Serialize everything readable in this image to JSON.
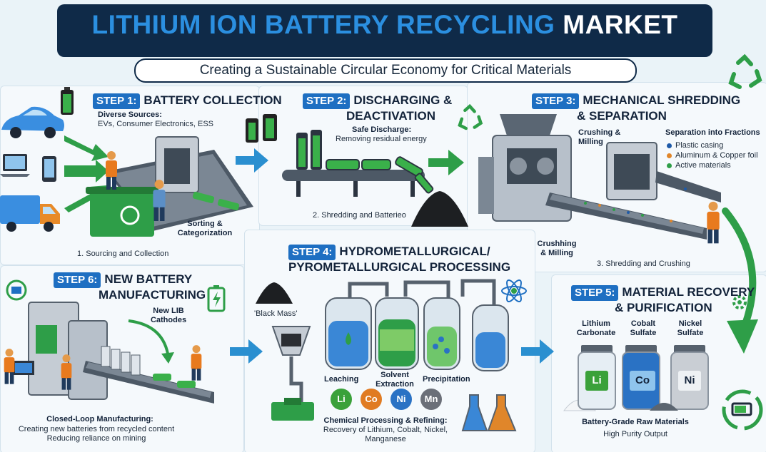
{
  "title": {
    "main": "LITHIUM ION BATTERY RECYCLING",
    "highlight": "MARKET"
  },
  "subtitle": "Creating a Sustainable Circular Economy for Critical Materials",
  "step1": {
    "tag": "STEP 1:",
    "name": "BATTERY COLLECTION",
    "sources_label": "Diverse Sources:",
    "sources_text": "EVs, Consumer Electronics, ESS",
    "sorting": [
      "Sorting &",
      "Categorization"
    ],
    "caption": "1. Sourcing and Collection"
  },
  "step2": {
    "tag": "STEP 2:",
    "name": [
      "DISCHARGING &",
      "DEACTIVATION"
    ],
    "discharge_label": "Safe Discharge:",
    "discharge_text": "Removing residual energy",
    "caption": "2. Shredding and Batterieo"
  },
  "step3": {
    "tag": "STEP 3:",
    "name": [
      "MECHANICAL SHREDDING",
      "& SEPARATION"
    ],
    "crushing": [
      "Crushing &",
      "Milling"
    ],
    "fractions_title": "Separation into Fractions",
    "fractions": [
      {
        "label": "Plastic casing",
        "color": "#1e5aa8"
      },
      {
        "label": "Aluminum & Copper foil",
        "color": "#e0862a"
      },
      {
        "label": "Active materials",
        "color": "#2e9e48"
      }
    ],
    "crushing2": [
      "Crushhing",
      "& Milling"
    ],
    "caption": "3. Shredding and Crushing"
  },
  "step4": {
    "tag": "STEP 4:",
    "name": [
      "HYDROMETALLURGICAL/",
      "PYROMETALLURGICAL PROCESSING"
    ],
    "black_mass": "'Black Mass'",
    "stages": {
      "leaching": "Leaching",
      "solvent": [
        "Solvent",
        "Extraction"
      ],
      "precipitation": "Precipitation"
    },
    "elements": [
      {
        "symbol": "Li",
        "color": "#3aa13a"
      },
      {
        "symbol": "Co",
        "color": "#e07b22"
      },
      {
        "symbol": "Ni",
        "color": "#2a72c4"
      },
      {
        "symbol": "Mn",
        "color": "#6b6f78"
      }
    ],
    "refining_label": "Chemical Processing & Refining:",
    "refining_text": [
      "Recovery of Lithium, Cobalt, Nickel,",
      "Manganese"
    ]
  },
  "step5": {
    "tag": "STEP 5:",
    "name": [
      "MATERIAL RECOVERY",
      "& PURIFICATION"
    ],
    "jars": [
      {
        "label": [
          "Lithium",
          "Carbonate"
        ],
        "symbol": "Li",
        "color": "#3aa13a"
      },
      {
        "label": [
          "Cobalt",
          "Sulfate"
        ],
        "symbol": "Co",
        "color": "#2a72c4"
      },
      {
        "label": [
          "Nickel",
          "Sulfate"
        ],
        "symbol": "Ni",
        "color": "#8b929c"
      }
    ],
    "raw_label": "Battery-Grade Raw Materials",
    "raw_text": "High Purity Output"
  },
  "step6": {
    "tag": "STEP 6:",
    "name": [
      "NEW BATTERY",
      "MANUFACTURING"
    ],
    "cathodes": [
      "New LIB",
      "Cathodes"
    ],
    "closed_label": "Closed-Loop Manufacturing:",
    "closed_text": [
      "Creating new batteries from recycled content",
      "Reducing reliance on mining"
    ]
  },
  "colors": {
    "accent": "#1e6fc2",
    "navy": "#0f2a48",
    "green": "#2e9e48",
    "arrow": "#2a8fd0"
  },
  "icons": [
    "recycle-icon",
    "battery-icon",
    "atom-icon",
    "gear-icon",
    "car-icon",
    "laptop-icon",
    "phone-icon",
    "truck-icon",
    "flask-icon",
    "worker-icon"
  ]
}
